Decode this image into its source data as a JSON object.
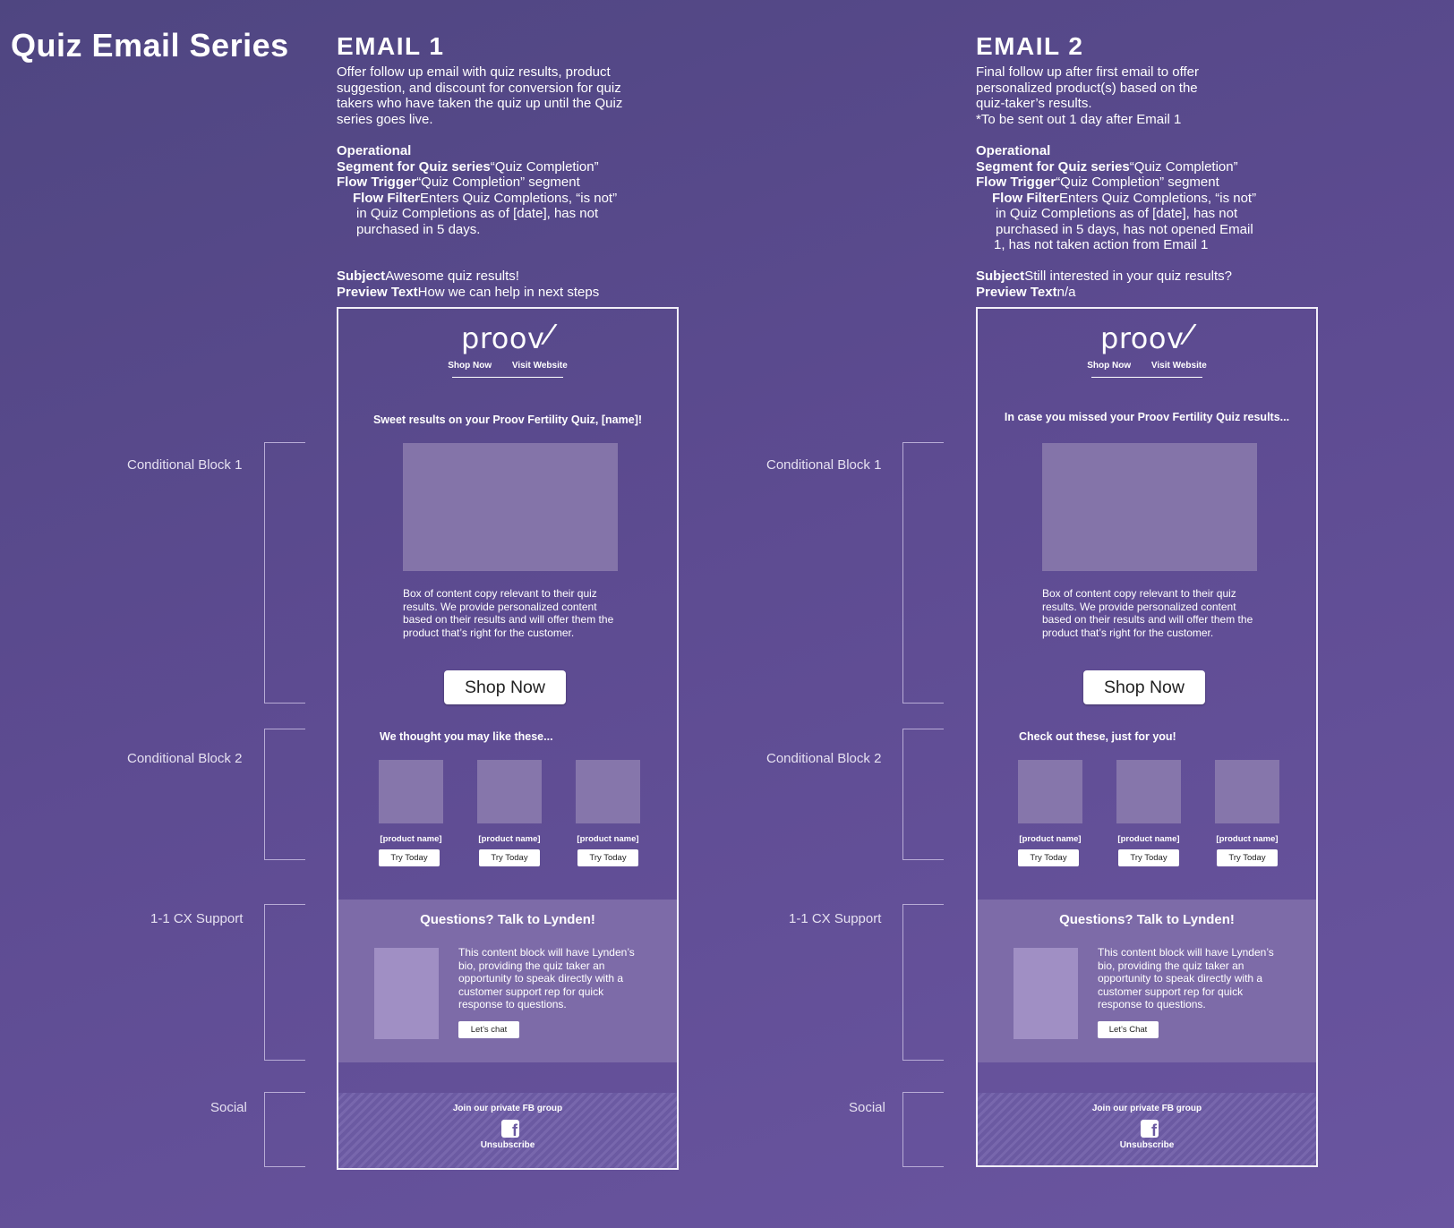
{
  "page_title": "Quiz Email Series",
  "block_labels": {
    "conditional_1": "Conditional Block 1",
    "conditional_2": "Conditional Block 2",
    "cx_support": "1-1 CX Support",
    "social": "Social"
  },
  "emails": [
    {
      "title": "EMAIL 1",
      "intro": [
        "Offer follow up email with quiz results, product",
        "suggestion, and discount for conversion for quiz",
        "takers who have taken the quiz up until the Quiz",
        "series goes live."
      ],
      "operational": {
        "heading": "Operational",
        "segment_label": "Segment for Quiz series",
        "segment_value": "“Quiz Completion”",
        "trigger_label": "Flow Trigger",
        "trigger_value": "“Quiz Completion” segment",
        "filter_label": "Flow Filter",
        "filter_value": "Enters Quiz Completions, “is not”",
        "filter_more": [
          "in Quiz Completions as of [date], has not",
          "purchased in 5 days."
        ]
      },
      "subject_label": "Subject",
      "subject": "Awesome quiz results!",
      "preview_label": "Preview Text",
      "preview": "How we can help in next steps",
      "frame": {
        "logo": "proov",
        "nav": [
          "Shop Now",
          "Visit Website"
        ],
        "headline": "Sweet results on your Proov Fertility Quiz, [name]!",
        "copy": "Box of content copy relevant to their quiz results. We provide personalized content based on their results and will offer them the product that’s right for the customer.",
        "cta": "Shop Now",
        "rec_heading": "We thought you may like these...",
        "products": [
          {
            "name": "[product name]",
            "button": "Try Today"
          },
          {
            "name": "[product name]",
            "button": "Try Today"
          },
          {
            "name": "[product name]",
            "button": "Try Today"
          }
        ],
        "support_title": "Questions? Talk to Lynden!",
        "support_copy": "This content block will have Lynden’s bio, providing the quiz taker an opportunity to speak directly with a customer support rep for quick response to questions.",
        "chat_button": "Let’s chat",
        "social_join": "Join our private FB group",
        "social_icon": "facebook-icon",
        "unsubscribe": "Unsubscribe"
      }
    },
    {
      "title": "EMAIL 2",
      "intro": [
        "Final follow up after first email to offer",
        "personalized product(s) based on the",
        "quiz-taker’s results.",
        "*To be sent out 1 day after Email 1"
      ],
      "operational": {
        "heading": "Operational",
        "segment_label": "Segment for Quiz series",
        "segment_value": "“Quiz Completion”",
        "trigger_label": "Flow Trigger",
        "trigger_value": "“Quiz Completion” segment",
        "filter_label": "Flow Filter",
        "filter_value": "Enters Quiz Completions, “is not”",
        "filter_more": [
          "in Quiz Completions as of [date], has not",
          "purchased in 5 days, has not opened Email",
          "1, has not taken action from Email 1"
        ]
      },
      "subject_label": "Subject",
      "subject": "Still interested in your quiz results?",
      "preview_label": "Preview Text",
      "preview": "n/a",
      "frame": {
        "logo": "proov",
        "nav": [
          "Shop Now",
          "Visit Website"
        ],
        "headline": "In case you missed your Proov Fertility Quiz results...",
        "copy": "Box of content copy relevant to their quiz results. We provide personalized content based on their results and will offer them the product that’s right for the customer.",
        "cta": "Shop Now",
        "rec_heading": "Check out these, just for you!",
        "products": [
          {
            "name": "[product name]",
            "button": "Try Today"
          },
          {
            "name": "[product name]",
            "button": "Try Today"
          },
          {
            "name": "[product name]",
            "button": "Try Today"
          }
        ],
        "support_title": "Questions? Talk to Lynden!",
        "support_copy": "This content block will have Lynden’s bio, providing the quiz taker an opportunity to speak directly with a customer support rep for quick response to questions.",
        "chat_button": "Let’s Chat",
        "social_join": "Join our private FB group",
        "social_icon": "facebook-icon",
        "unsubscribe": "Unsubscribe"
      }
    }
  ]
}
